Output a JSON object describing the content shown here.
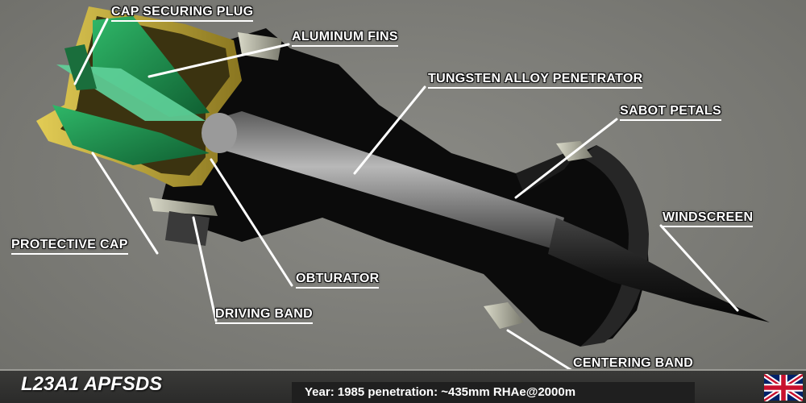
{
  "labels": {
    "cap_securing_plug": "CAP SECURING PLUG",
    "aluminum_fins": "ALUMINUM FINS",
    "tungsten_penetrator": "TUNGSTEN ALLOY PENETRATOR",
    "sabot_petals": "SABOT PETALS",
    "windscreen": "WINDSCREEN",
    "protective_cap": "PROTECTIVE CAP",
    "obturator": "OBTURATOR",
    "driving_band": "DRIVING BAND",
    "centering_band": "CENTERING BAND"
  },
  "footer": {
    "title": "L23A1 APFSDS",
    "info": "Year: 1985  penetration: ~435mm RHAe@2000m"
  },
  "colors": {
    "background": "#7d7d78",
    "fins": "#1f8a4c",
    "cap": "#c9b23a",
    "sabot": "#0a0a0a",
    "penetrator": "#8c8c8c"
  },
  "icons": {
    "flag": "uk-flag-icon"
  }
}
